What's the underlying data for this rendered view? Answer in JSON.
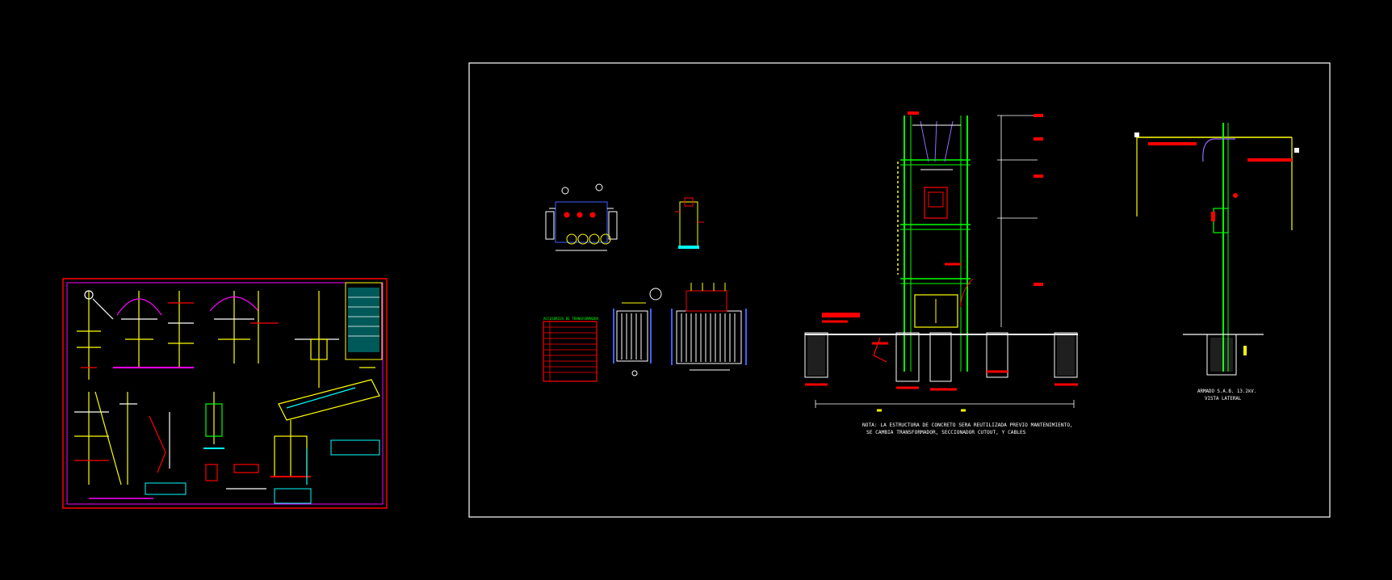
{
  "drawing": {
    "background": "#000000",
    "colors": {
      "yellow": "#ffff00",
      "red": "#ff0000",
      "green": "#00ff00",
      "white": "#ffffff",
      "magenta": "#ff00ff",
      "cyan": "#00ffff",
      "blue": "#4060ff",
      "purple": "#9966ff",
      "orange": "#ff7f00",
      "gray": "#b0b0b0"
    },
    "note": {
      "line1": "NOTA: LA ESTRUCTURA DE CONCRETO SERA REUTILIZADA PREVIO MANTENIMIENTO,",
      "line2": "SE CAMBIA TRANSFORMADOR, SECCIONADOR CUTOUT, Y CABLES"
    },
    "side_view_caption": {
      "line1": "ARMADO S.A.B. 13.2kV.",
      "line2": "VISTA LATERAL"
    },
    "parts_table_title": "ACCESORIOS DE TRANSFORMADOR"
  }
}
